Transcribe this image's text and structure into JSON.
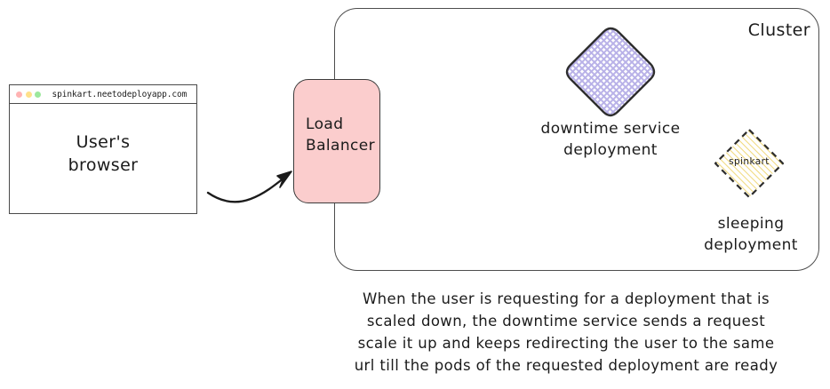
{
  "browser": {
    "url": "spinkart.neetodeployapp.com",
    "dots": [
      {
        "name": "close-dot",
        "color": "#ffb3b3"
      },
      {
        "name": "minimize-dot",
        "color": "#ffe08a"
      },
      {
        "name": "maximize-dot",
        "color": "#9de89d"
      }
    ],
    "label_line1": "User's",
    "label_line2": "browser"
  },
  "load_balancer": {
    "label_line1": "Load",
    "label_line2": "Balancer",
    "fill_color": "#fbcdcd",
    "stroke_color": "#3b3b3b"
  },
  "cluster": {
    "label": "Cluster",
    "stroke_color": "#4d4d4d"
  },
  "nodes": [
    {
      "id": "downtime-service-deployment",
      "label_line1": "downtime service",
      "label_line2": "deployment",
      "inner_label": "",
      "shape": "rounded-diamond",
      "fill_pattern": "crosshatch",
      "pattern_color": "#b9b2e8",
      "stroke_color": "#2e2e2e",
      "stroke_style": "solid"
    },
    {
      "id": "sleeping-deployment",
      "label_line1": "sleeping",
      "label_line2": "deployment",
      "inner_label": "spinkart",
      "shape": "diamond",
      "fill_pattern": "diagonal-hatch",
      "pattern_color": "#f0d97a",
      "stroke_color": "#2e2e2e",
      "stroke_style": "dashed"
    }
  ],
  "arrow": {
    "name": "browser-to-load-balancer-arrow",
    "color": "#1b1b1b"
  },
  "caption": {
    "line1": "When the user is requesting for a deployment that is",
    "line2": "scaled down, the downtime service sends a request",
    "line3": "scale it up and keeps redirecting the user to the same",
    "line4": "url till the pods of the requested deployment are ready"
  }
}
